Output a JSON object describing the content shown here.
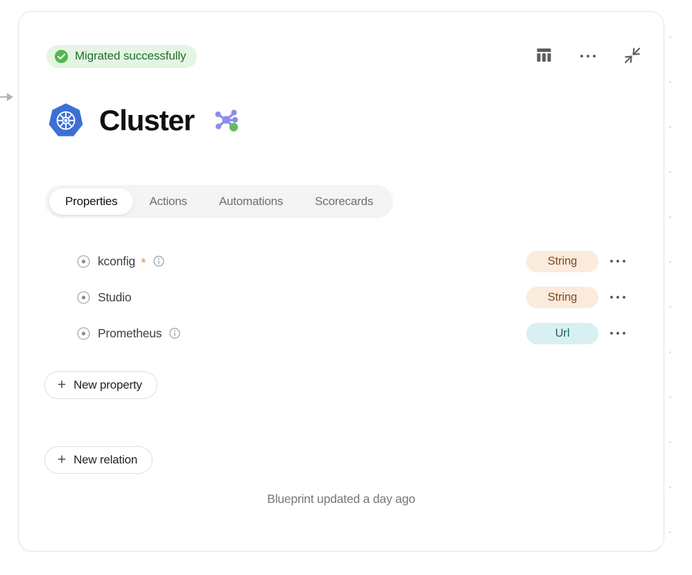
{
  "canvas": {
    "expand_handle_name": "expand-panel-arrow",
    "grid_dot_color": "#c9c9cf",
    "background": "#ffffff"
  },
  "header": {
    "status": {
      "icon": "check-circle-icon",
      "label": "Migrated successfully",
      "bg_color": "#e4f5e3",
      "text_color": "#1f6e2a",
      "icon_color": "#52b84f"
    },
    "actions": [
      {
        "name": "table-view-button",
        "icon": "table-icon"
      },
      {
        "name": "more-options-button",
        "icon": "ellipsis-icon"
      },
      {
        "name": "collapse-button",
        "icon": "collapse-arrows-icon"
      }
    ]
  },
  "title": {
    "icon": "kubernetes-icon",
    "icon_color": "#3d6fd4",
    "text": "Cluster",
    "badge_icon": "molecule-graph-icon",
    "badge_node_color": "#8b8eea",
    "badge_accent_color": "#5fbd5f"
  },
  "tabs": {
    "active": "Properties",
    "items": [
      {
        "label": "Properties",
        "name": "tab-properties"
      },
      {
        "label": "Actions",
        "name": "tab-actions"
      },
      {
        "label": "Automations",
        "name": "tab-automations"
      },
      {
        "label": "Scorecards",
        "name": "tab-scorecards"
      }
    ]
  },
  "properties": [
    {
      "name": "kconfig",
      "type": "String",
      "type_style": "string",
      "required": true,
      "required_glyph": "*",
      "has_info": true
    },
    {
      "name": "Studio",
      "type": "String",
      "type_style": "string",
      "required": false,
      "required_glyph": "",
      "has_info": false
    },
    {
      "name": "Prometheus",
      "type": "Url",
      "type_style": "url",
      "required": false,
      "required_glyph": "",
      "has_info": true
    }
  ],
  "buttons": {
    "new_property": {
      "label": "New property",
      "icon": "plus-icon"
    },
    "new_relation": {
      "label": "New relation",
      "icon": "plus-icon"
    }
  },
  "footer": {
    "note": "Blueprint updated a day ago"
  },
  "colors": {
    "string_badge_bg": "#fbebdd",
    "string_badge_text": "#7a4a1f",
    "url_badge_bg": "#d9f0f2",
    "url_badge_text": "#1c6068",
    "required_star": "#e8903c"
  }
}
